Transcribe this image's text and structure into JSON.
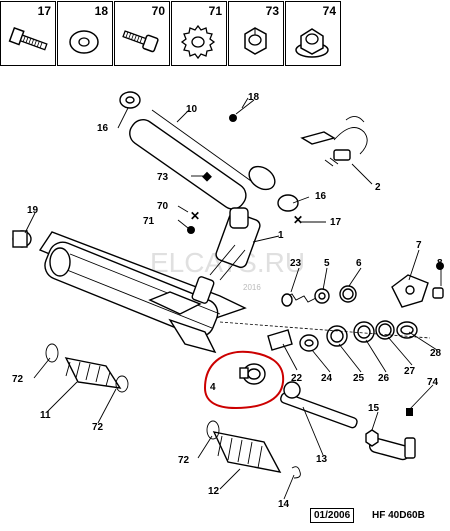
{
  "legend": [
    {
      "number": "17",
      "icon": "bolt-icon"
    },
    {
      "number": "18",
      "icon": "washer-icon"
    },
    {
      "number": "70",
      "icon": "cap-screw-icon"
    },
    {
      "number": "71",
      "icon": "serrated-washer-icon"
    },
    {
      "number": "73",
      "icon": "nut-icon"
    },
    {
      "number": "74",
      "icon": "flange-nut-icon"
    }
  ],
  "callouts": {
    "c1": "1",
    "c2": "2",
    "c4": "4",
    "c5": "5",
    "c6": "6",
    "c7": "7",
    "c8": "8",
    "c10": "10",
    "c11": "11",
    "c12": "12",
    "c13": "13",
    "c14": "14",
    "c15": "15",
    "c16a": "16",
    "c16b": "16",
    "c17": "17",
    "c18": "18",
    "c19": "19",
    "c22": "22",
    "c23": "23",
    "c24": "24",
    "c25": "25",
    "c26": "26",
    "c27": "27",
    "c28": "28",
    "c70": "70",
    "c71": "71",
    "c72a": "72",
    "c72b": "72",
    "c72c": "72",
    "c73": "73",
    "c74": "74"
  },
  "watermark": "ELCATS.RU",
  "watermark_year": "2016",
  "footer": {
    "date": "01/2006",
    "code": "HF 40D60B"
  },
  "highlight_color": "#cc0000"
}
